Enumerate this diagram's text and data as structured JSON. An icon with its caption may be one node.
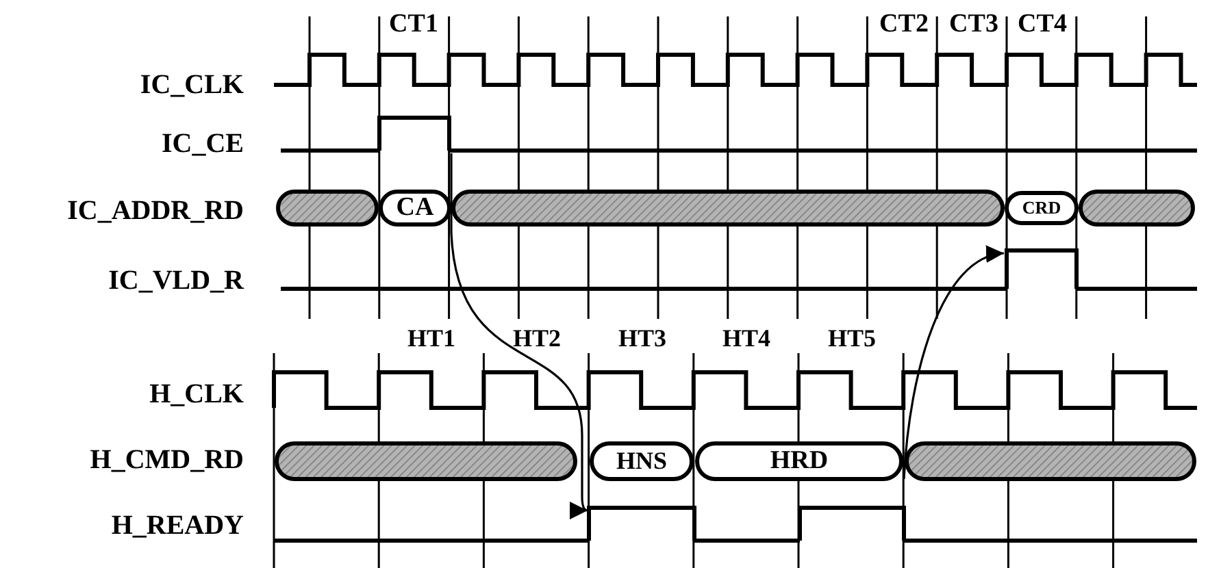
{
  "diagram": {
    "nodes": [
      {
        "text": [],
        "shape": "pulse"
      },
      {
        "text": [],
        "shape": "bar"
      },
      {
        "text": [
          "CA"
        ]
      },
      {
        "text": [],
        "shape": "bar"
      },
      {
        "text": [
          "CRD"
        ]
      },
      {
        "text": [],
        "shape": "bar"
      },
      {
        "text": [],
        "shape": "pulse"
      },
      {
        "text": [],
        "shape": "bar"
      },
      {
        "text": [
          "HNS"
        ]
      },
      {
        "text": [
          "HRD"
        ]
      },
      {
        "text": [],
        "shape": "bar"
      },
      {
        "text": [],
        "shape": "pulse"
      },
      {
        "text": [],
        "shape": "pulse"
      }
    ],
    "edges": [
      {
        "from": 0,
        "to": 11,
        "arrow": "to"
      },
      {
        "from": 9,
        "to": 6,
        "arrow": "to"
      }
    ],
    "labels": [
      "CT1",
      "CT2",
      "CT3",
      "CT4",
      "IC_CLK",
      "IC_CE",
      "IC_ADDR_RD",
      "IC_VLD_R",
      "HT1",
      "HT2",
      "HT3",
      "HT4",
      "HT5",
      "H_CLK",
      "H_CMD_RD",
      "H_READY"
    ]
  }
}
